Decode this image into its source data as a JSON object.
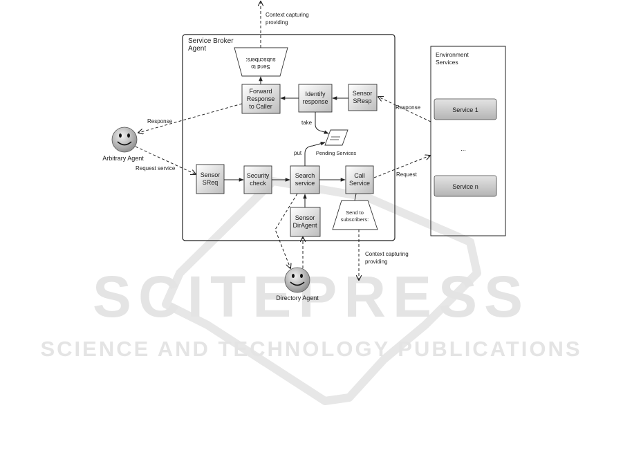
{
  "watermark": {
    "brand": "SCITEPRESS",
    "tagline": "SCIENCE AND TECHNOLOGY PUBLICATIONS"
  },
  "containers": {
    "broker_title_line1": "Service Broker",
    "broker_title_line2": "Agent",
    "env_title_line1": "Environment",
    "env_title_line2": "Services"
  },
  "boxes": {
    "forward_l1": "Forward",
    "forward_l2": "Response",
    "forward_l3": "to Caller",
    "identify_l1": "Identify",
    "identify_l2": "response",
    "sensor_sresp_l1": "Sensor",
    "sensor_sresp_l2": "SResp",
    "sensor_sreq_l1": "Sensor",
    "sensor_sreq_l2": "SReq",
    "security_l1": "Security",
    "security_l2": "check",
    "search_l1": "Search",
    "search_l2": "service",
    "call_l1": "Call",
    "call_l2": "Service",
    "sensor_dir_l1": "Sensor",
    "sensor_dir_l2": "DirAgent",
    "service1": "Service 1",
    "service_dots": "...",
    "servicen": "Service n"
  },
  "trapezoids": {
    "top_l1": "Send to",
    "top_l2": "subscribers:",
    "bottom_l1": "Send to",
    "bottom_l2": "subscribers:"
  },
  "labels": {
    "context_top_l1": "Context capturing",
    "context_top_l2": "providing",
    "context_bottom_l1": "Context capturing",
    "context_bottom_l2": "providing",
    "response_left": "Response",
    "response_right": "Response",
    "request_service": "Request service",
    "request": "Request",
    "take": "take",
    "put": "put",
    "pending_services": "Pending Services"
  },
  "agents": {
    "arbitrary": "Arbitrary Agent",
    "directory": "Directory Agent"
  }
}
